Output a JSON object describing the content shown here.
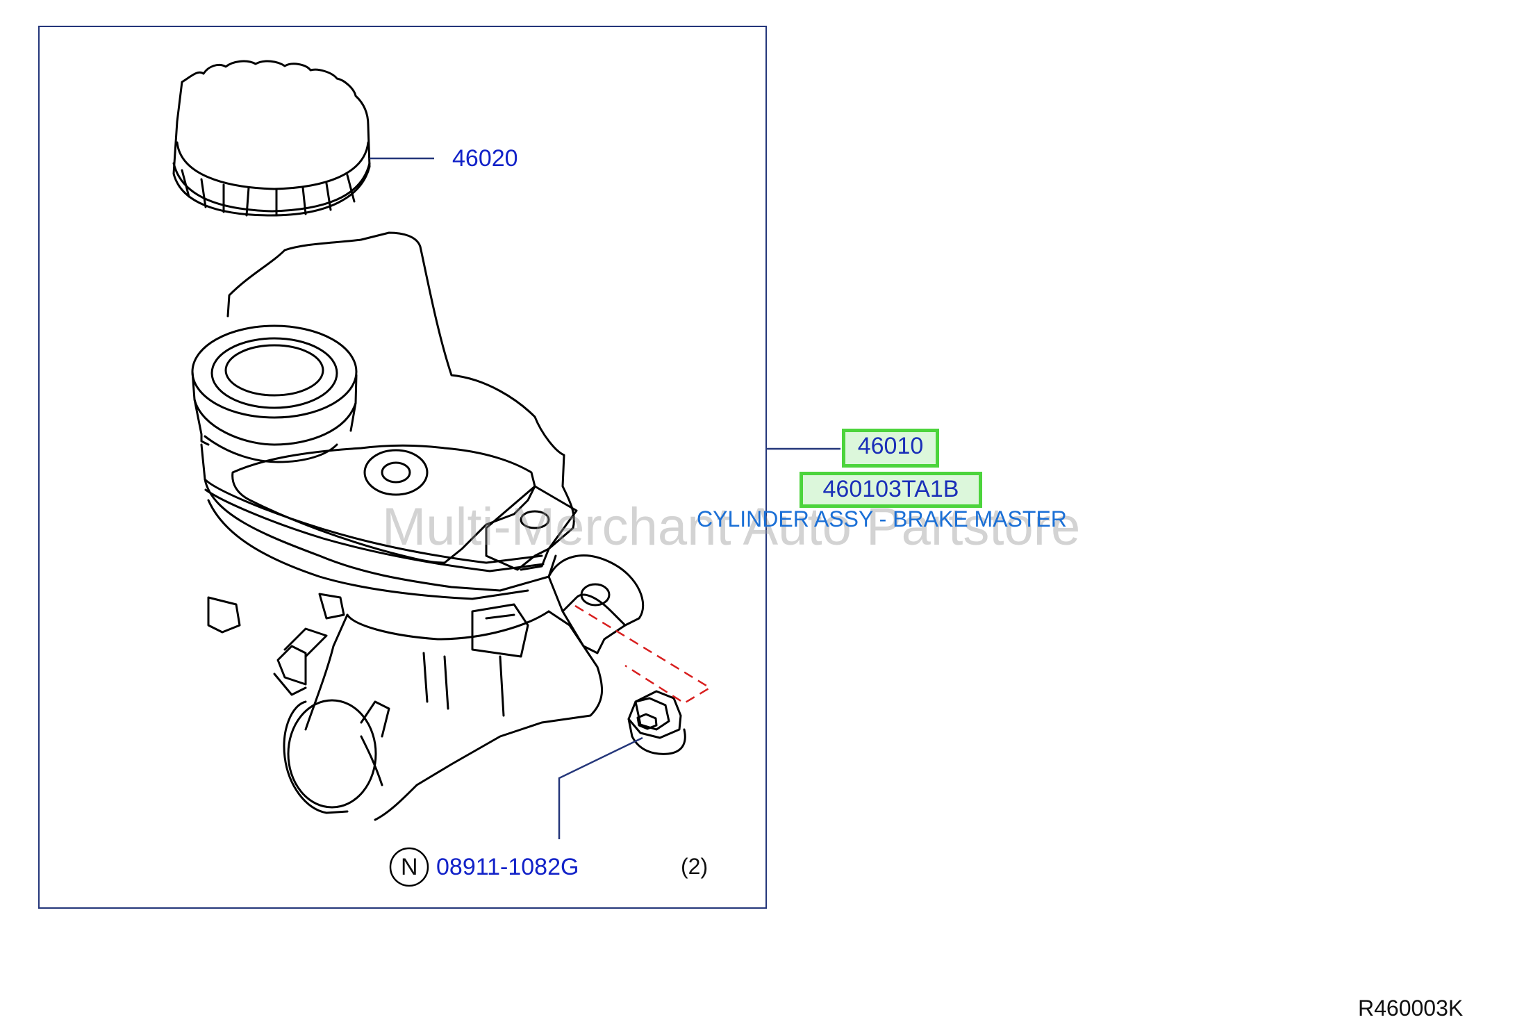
{
  "callouts": {
    "cap_part": "46020",
    "assembly_part": "46010",
    "assembly_oem": "460103TA1B",
    "assembly_desc": "CYLINDER ASSY - BRAKE MASTER",
    "nut_marker": "N",
    "nut_part": "08911-1082G",
    "nut_qty": "(2)"
  },
  "diagram_code": "R460003K",
  "watermark": "Multi-Merchant Auto Partstore",
  "colors": {
    "label": "#1222c8",
    "highlight_border": "#4cd43c",
    "highlight_fill": "#dcf7db",
    "description": "#1a6fd6",
    "frame": "#24367a",
    "dashed_line": "#d81e1e"
  },
  "icons": [
    "reservoir-cap-icon",
    "master-cylinder-icon",
    "flange-nut-icon",
    "n-circle-icon"
  ]
}
